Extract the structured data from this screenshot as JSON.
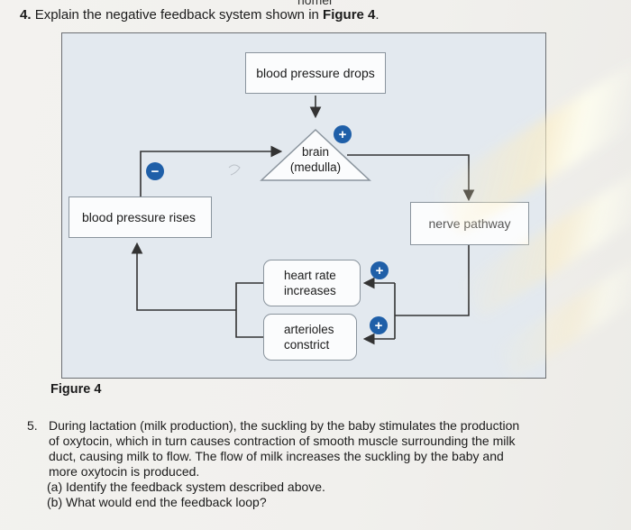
{
  "header": {
    "question_number": "4.",
    "question_text": "Explain the negative feedback system shown in",
    "question_figure_ref": "Figure 4",
    "question_end": ".",
    "clipped_top_text": "homei"
  },
  "diagram": {
    "blood_pressure_drops": "blood pressure drops",
    "brain_line1": "brain",
    "brain_line2": "(medulla)",
    "blood_pressure_rises": "blood pressure rises",
    "nerve_pathway": "nerve pathway",
    "heart_rate_line1": "heart rate",
    "heart_rate_line2": "increases",
    "arterioles_line1": "arterioles",
    "arterioles_line2": "constrict",
    "plus_sign": "+",
    "minus_sign": "−"
  },
  "figure_label": "Figure 4",
  "question5": {
    "number": "5.",
    "lines": [
      "During lactation (milk production), the suckling by the baby stimulates the production",
      "of oxytocin, which in turn causes contraction of smooth muscle surrounding the milk",
      "duct, causing milk to flow. The flow of milk increases the suckling by the baby and",
      "more oxytocin is produced."
    ],
    "part_a": "(a)  Identify the feedback system described above.",
    "part_b": "(b)  What would end the feedback loop?"
  }
}
